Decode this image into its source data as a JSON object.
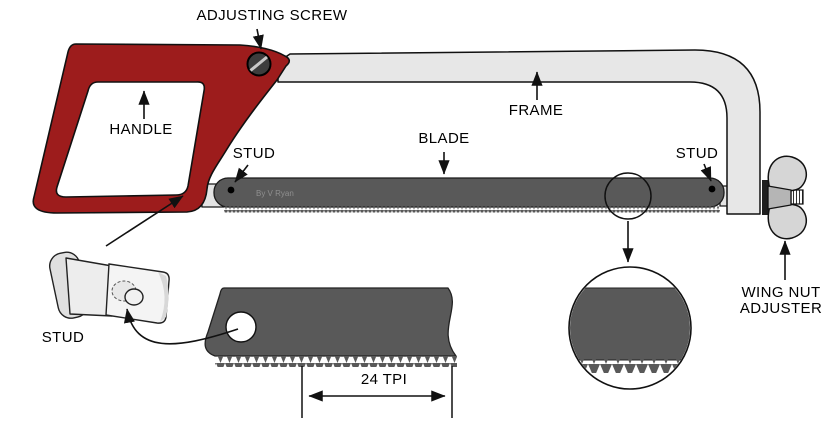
{
  "diagram": {
    "title_hidden": "",
    "labels": {
      "adjusting_screw": "ADJUSTING SCREW",
      "handle": "HANDLE",
      "frame": "FRAME",
      "blade": "BLADE",
      "stud_left": "STUD",
      "stud_right": "STUD",
      "stud_detail": "STUD",
      "wing_nut_line1": "WING NUT",
      "wing_nut_line2": "ADJUSTER",
      "teeth_dimension": "24 TPI",
      "credit": "By V Ryan"
    },
    "colors": {
      "handle": "#9d1c1c",
      "frame": "#e7e7e7",
      "blade": "#595959",
      "tab": "#e4e4e4",
      "wing": "#d6d6d6",
      "nut": "#b5b5b5",
      "outline": "#111111",
      "credit_text": "#8f8f8f"
    }
  }
}
